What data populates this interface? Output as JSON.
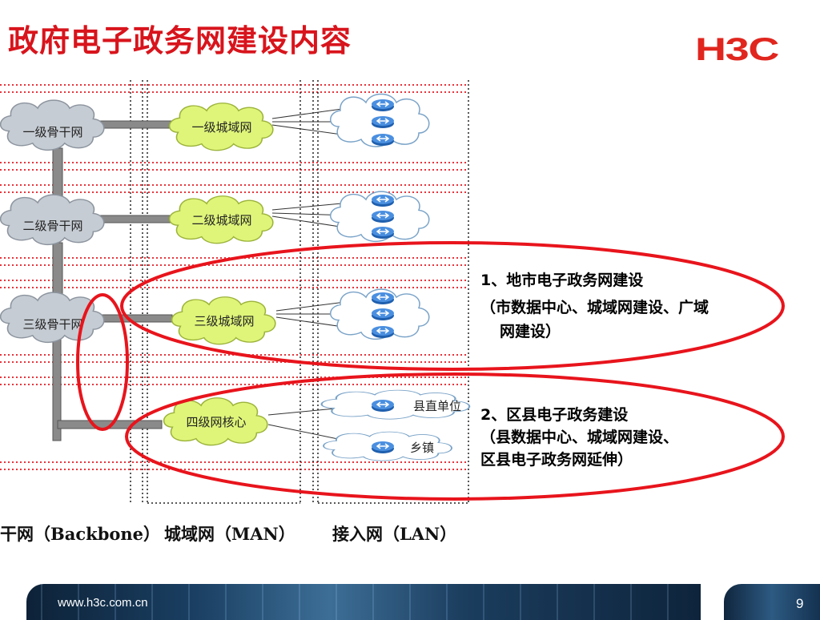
{
  "slide": {
    "title": "政府电子政务网建设内容",
    "logo": "H3C"
  },
  "diagram": {
    "backbone_nodes": [
      "一级骨干网",
      "二级骨干网",
      "三级骨干网"
    ],
    "man_nodes": [
      "一级城域网",
      "二级城域网",
      "三级城域网",
      "四级网核心"
    ],
    "lan_labels": [
      "县直单位",
      "乡镇"
    ],
    "columns": [
      "干网（Backbone）",
      "城域网（MAN）",
      "接入网（LAN）"
    ]
  },
  "notes": [
    {
      "title": "1、地市电子政务网建设",
      "lines": [
        "（市数据中心、城域网建设、广域",
        "网建设）"
      ]
    },
    {
      "title": "2、区县电子政务建设",
      "lines": [
        "（县数据中心、城域网建设、",
        "区县电子政务网延伸）"
      ]
    }
  ],
  "footer": {
    "url": "www.h3c.com.cn",
    "page": "9"
  },
  "colors": {
    "title": "#d8141c",
    "highlight": "#e8141c",
    "backbone_cloud": "#c6ccd3",
    "man_cloud": "#dff57a",
    "lan_cloud": "#ffffff",
    "router": "#3a7bd5",
    "dotted_row": "#e8343c"
  }
}
